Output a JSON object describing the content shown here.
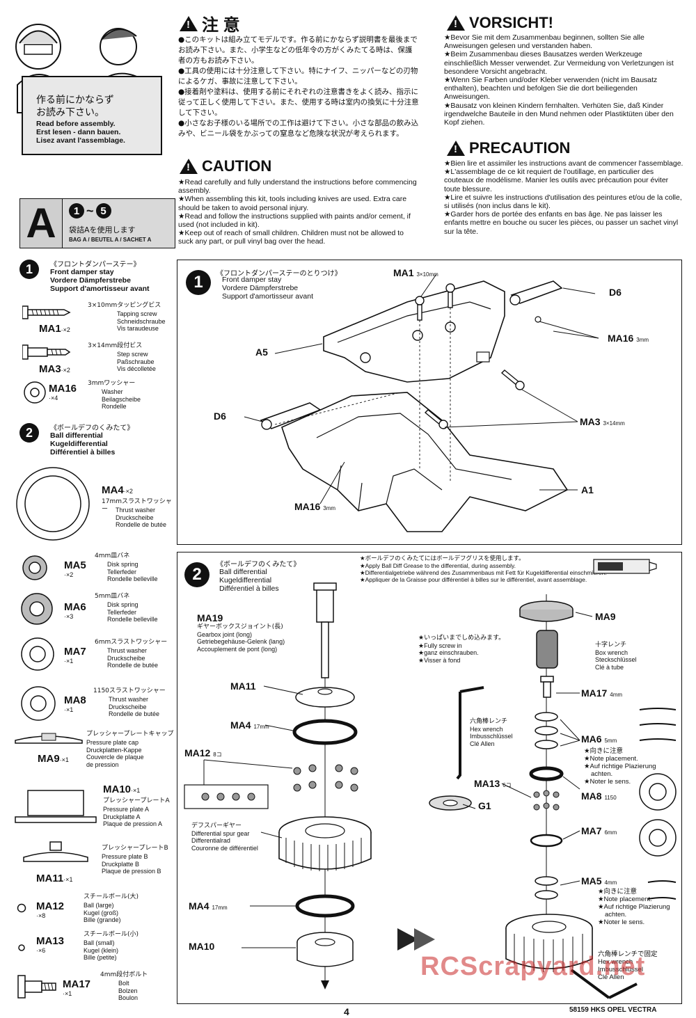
{
  "header": {
    "sign_jp": "作る前にかならず\nお読み下さい。",
    "sign_en": [
      "Read before assembly.",
      "Erst lesen - dann bauen.",
      "Lisez avant l'assemblage."
    ],
    "caution_jp_title": "注 意",
    "caution_jp": [
      "●このキットは組み立てモデルです。作る前にかならず説明書を最後までお読み下さい。また、小学生などの低年令の方がくみたてる時は、保護者の方もお読み下さい。",
      "●工具の使用には十分注意して下さい。特にナイフ、ニッパーなどの刃物によるケガ、事故に注意して下さい。",
      "●接着剤や塗料は、使用する前にそれぞれの注意書きをよく読み、指示に従って正しく使用して下さい。また、使用する時は室内の換気に十分注意して下さい。",
      "●小さなお子様のいる場所での工作は避けて下さい。小さな部品の飲み込みや、ビニール袋をかぶっての窒息など危険な状況が考えられます。"
    ],
    "caution_en_title": "CAUTION",
    "caution_en": [
      "★Read carefully and fully understand the instructions before commencing assembly.",
      "★When assembling this kit, tools including knives are used. Extra care should be taken to avoid personal injury.",
      "★Read and follow the instructions supplied with paints and/or cement, if used (not included in kit).",
      "★Keep out of reach of small children. Children must not be allowed to suck any part, or pull vinyl bag over the head."
    ],
    "vorsicht_title": "VORSICHT!",
    "vorsicht": [
      "★Bevor Sie mit dem Zusammenbau beginnen, sollten Sie alle Anweisungen gelesen und verstanden haben.",
      "★Beim Zusammenbau dieses Bausatzes werden Werkzeuge einschließlich Messer verwendet. Zur Vermeidung von Verletzungen ist besondere Vorsicht angebracht.",
      "★Wenn Sie Farben und/oder Kleber verwenden (nicht im Bausatz enthalten), beachten und befolgen Sie die dort beiliegenden Anweisungen.",
      "★Bausatz von kleinen Kindern fernhalten. Verhüten Sie, daß Kinder irgendwelche Bauteile in den Mund nehmen oder Plastiktüten über den Kopf ziehen."
    ],
    "precaution_title": "PRECAUTION",
    "precaution": [
      "★Bien lire et assimiler les instructions avant de commencer l'assemblage.",
      "★L'assemblage de ce kit requiert de l'outillage, en particulier des couteaux de modélisme. Manier les outils avec précaution pour éviter toute blessure.",
      "★Lire et suivre les instructions d'utilisation des peintures et/ou de la colle, si utilisés (non inclus dans le kit).",
      "★Garder hors de portée des enfants en bas âge. Ne pas laisser les enfants mettre en bouche ou sucer les pièces, ou passer un sachet vinyl sur la tête."
    ]
  },
  "bag": {
    "letter": "A",
    "range_a": "1",
    "range_sep": "~",
    "range_b": "5",
    "jp": "袋詰Aを使用します",
    "label": "BAG A / BEUTEL A / SACHET A"
  },
  "step1_parts": {
    "title_jp": "《フロントダンパーステー》",
    "title": [
      "Front damper stay",
      "Vordere Dämpferstrebe",
      "Support d'amortisseur avant"
    ],
    "items": [
      {
        "code": "MA1",
        "qty": "·×2",
        "jp": "3×10mmタッピングビス",
        "desc": [
          "Tapping screw",
          "Schneidschraube",
          "Vis taraudeuse"
        ]
      },
      {
        "code": "MA3",
        "qty": "·×2",
        "jp": "3×14mm段付ビス",
        "desc": [
          "Step screw",
          "Paßschraube",
          "Vis décolletée"
        ]
      },
      {
        "code": "MA16",
        "qty": "·×4",
        "jp": "3mmワッシャー",
        "desc": [
          "Washer",
          "Beilagscheibe",
          "Rondelle"
        ]
      }
    ]
  },
  "step2_parts": {
    "title_jp": "《ボールデフのくみたて》",
    "title": [
      "Ball differential",
      "Kugeldifferential",
      "Différentiel à billes"
    ],
    "items": [
      {
        "code": "MA4",
        "qty": "·×2",
        "jp": "17mmスラストワッシャー",
        "desc": [
          "Thrust washer",
          "Druckscheibe",
          "Rondelle de butée"
        ]
      },
      {
        "code": "MA5",
        "qty": "·×2",
        "jp": "4mm皿バネ",
        "desc": [
          "Disk spring",
          "Tellerfeder",
          "Rondelle belleville"
        ]
      },
      {
        "code": "MA6",
        "qty": "·×3",
        "jp": "5mm皿バネ",
        "desc": [
          "Disk spring",
          "Tellerfeder",
          "Rondelle belleville"
        ]
      },
      {
        "code": "MA7",
        "qty": "·×1",
        "jp": "6mmスラストワッシャー",
        "desc": [
          "Thrust washer",
          "Druckscheibe",
          "Rondelle de butée"
        ]
      },
      {
        "code": "MA8",
        "qty": "·×1",
        "jp": "1150スラストワッシャー",
        "desc": [
          "Thrust washer",
          "Druckscheibe",
          "Rondelle de butée"
        ]
      },
      {
        "code": "MA9",
        "qty": "·×1",
        "jp": "プレッシャープレートキャップ",
        "desc": [
          "Pressure plate cap",
          "Druckplatten-Kappe",
          "Couvercle de plaque",
          "de pression"
        ]
      },
      {
        "code": "MA10",
        "qty": "·×1",
        "jp": "プレッシャープレートA",
        "desc": [
          "Pressure plate A",
          "Druckplatte A",
          "Plaque de pression A"
        ]
      },
      {
        "code": "MA11",
        "qty": "·×1",
        "jp": "プレッシャープレートB",
        "desc": [
          "Pressure plate B",
          "Druckplatte B",
          "Plaque de pression B"
        ]
      },
      {
        "code": "MA12",
        "qty": "·×8",
        "jp": "スチールボール(大)",
        "desc": [
          "Ball (large)",
          "Kugel (groß)",
          "Bille (grande)"
        ]
      },
      {
        "code": "MA13",
        "qty": "·×6",
        "jp": "スチールボール(小)",
        "desc": [
          "Ball (small)",
          "Kugel (klein)",
          "Bille (petite)"
        ]
      },
      {
        "code": "MA17",
        "qty": "·×1",
        "jp": "4mm段付ボルト",
        "desc": [
          "Bolt",
          "Bolzen",
          "Boulon"
        ]
      }
    ]
  },
  "diagram1": {
    "num": "1",
    "title_jp": "《フロントダンパーステーのとりつけ》",
    "title": [
      "Front damper stay",
      "Vordere Dämpferstrebe",
      "Support d'amortisseur avant"
    ],
    "labels": {
      "ma1": "MA1",
      "ma1_size": "3×10mm",
      "d6a": "D6",
      "ma16a": "MA16",
      "ma16a_size": "3mm",
      "a5": "A5",
      "d6b": "D6",
      "ma3": "MA3",
      "ma3_size": "3×14mm",
      "a1": "A1",
      "ma16b": "MA16",
      "ma16b_size": "3mm"
    }
  },
  "diagram2": {
    "num": "2",
    "title_jp": "《ボールデフのくみたて》",
    "title": [
      "Ball differential",
      "Kugeldifferential",
      "Différentiel à billes"
    ],
    "grease_note": [
      "★ボールデフのくみたてにはボールデフグリスを使用します。",
      "★Apply Ball Diff Grease to the differential, during assembly.",
      "★Differentialgetriebe während des Zusammenbaus mit Fett für Kugeldifferential einschmieren.",
      "★Appliquer de la Graisse pour différentiel à billes sur le différentiel, avant assemblage."
    ],
    "ma19": {
      "code": "MA19",
      "jp": "ギヤーボックスジョイント(長)",
      "desc": [
        "Gearbox joint (long)",
        "Getriebegehäuse-Gelenk (lang)",
        "Accouplement de pont (long)"
      ]
    },
    "labels": {
      "ma11": "MA11",
      "ma4a": "MA4",
      "ma4a_size": "17mm",
      "ma12": "MA12",
      "ma12_size": "8コ",
      "ma4b": "MA4",
      "ma4b_size": "17mm",
      "ma10": "MA10",
      "ma9": "MA9",
      "ma17": "MA17",
      "ma17_size": "4mm",
      "ma6": "MA6",
      "ma6_size": "5mm",
      "ma13": "MA13",
      "ma13_size": "6コ",
      "ma8": "MA8",
      "ma8_size": "1150",
      "g1": "G1",
      "ma7": "MA7",
      "ma7_size": "6mm",
      "ma5": "MA5",
      "ma5_size": "4mm"
    },
    "spur": {
      "jp": "デフスパーギヤー",
      "desc": [
        "Differential spur gear",
        "Differentialrad",
        "Couronne de différentiel"
      ]
    },
    "screw_in": {
      "jp": "★いっぱいまでしめ込みます。",
      "desc": [
        "★Fully screw in",
        "★ganz einschrauben.",
        "★Visser à fond"
      ]
    },
    "box_wrench": {
      "jp": "十字レンチ",
      "desc": [
        "Box wrench",
        "Steckschlüssel",
        "Clé à tube"
      ]
    },
    "hex_wrench": {
      "jp": "六角棒レンチ",
      "desc": [
        "Hex wrench",
        "Imbusschlüssel",
        "Clé Allen"
      ]
    },
    "placement_a": {
      "jp": "★向きに注意",
      "desc": [
        "★Note placement.",
        "★Auf richtige Plazierung",
        "achten.",
        "★Noter le sens."
      ]
    },
    "placement_b": {
      "jp": "★向きに注意",
      "desc": [
        "★Note placement.",
        "★Auf richtige Plazierung",
        "achten.",
        "★Noter le sens."
      ]
    },
    "fix_note": {
      "jp": "六角棒レンチで固定",
      "desc": [
        "Hex wrench",
        "Imbusschlüssel",
        "Clé Allen"
      ]
    }
  },
  "footer": {
    "page": "4",
    "kit": "58159 HKS OPEL VECTRA",
    "watermark": "RCScrapyard.net"
  }
}
